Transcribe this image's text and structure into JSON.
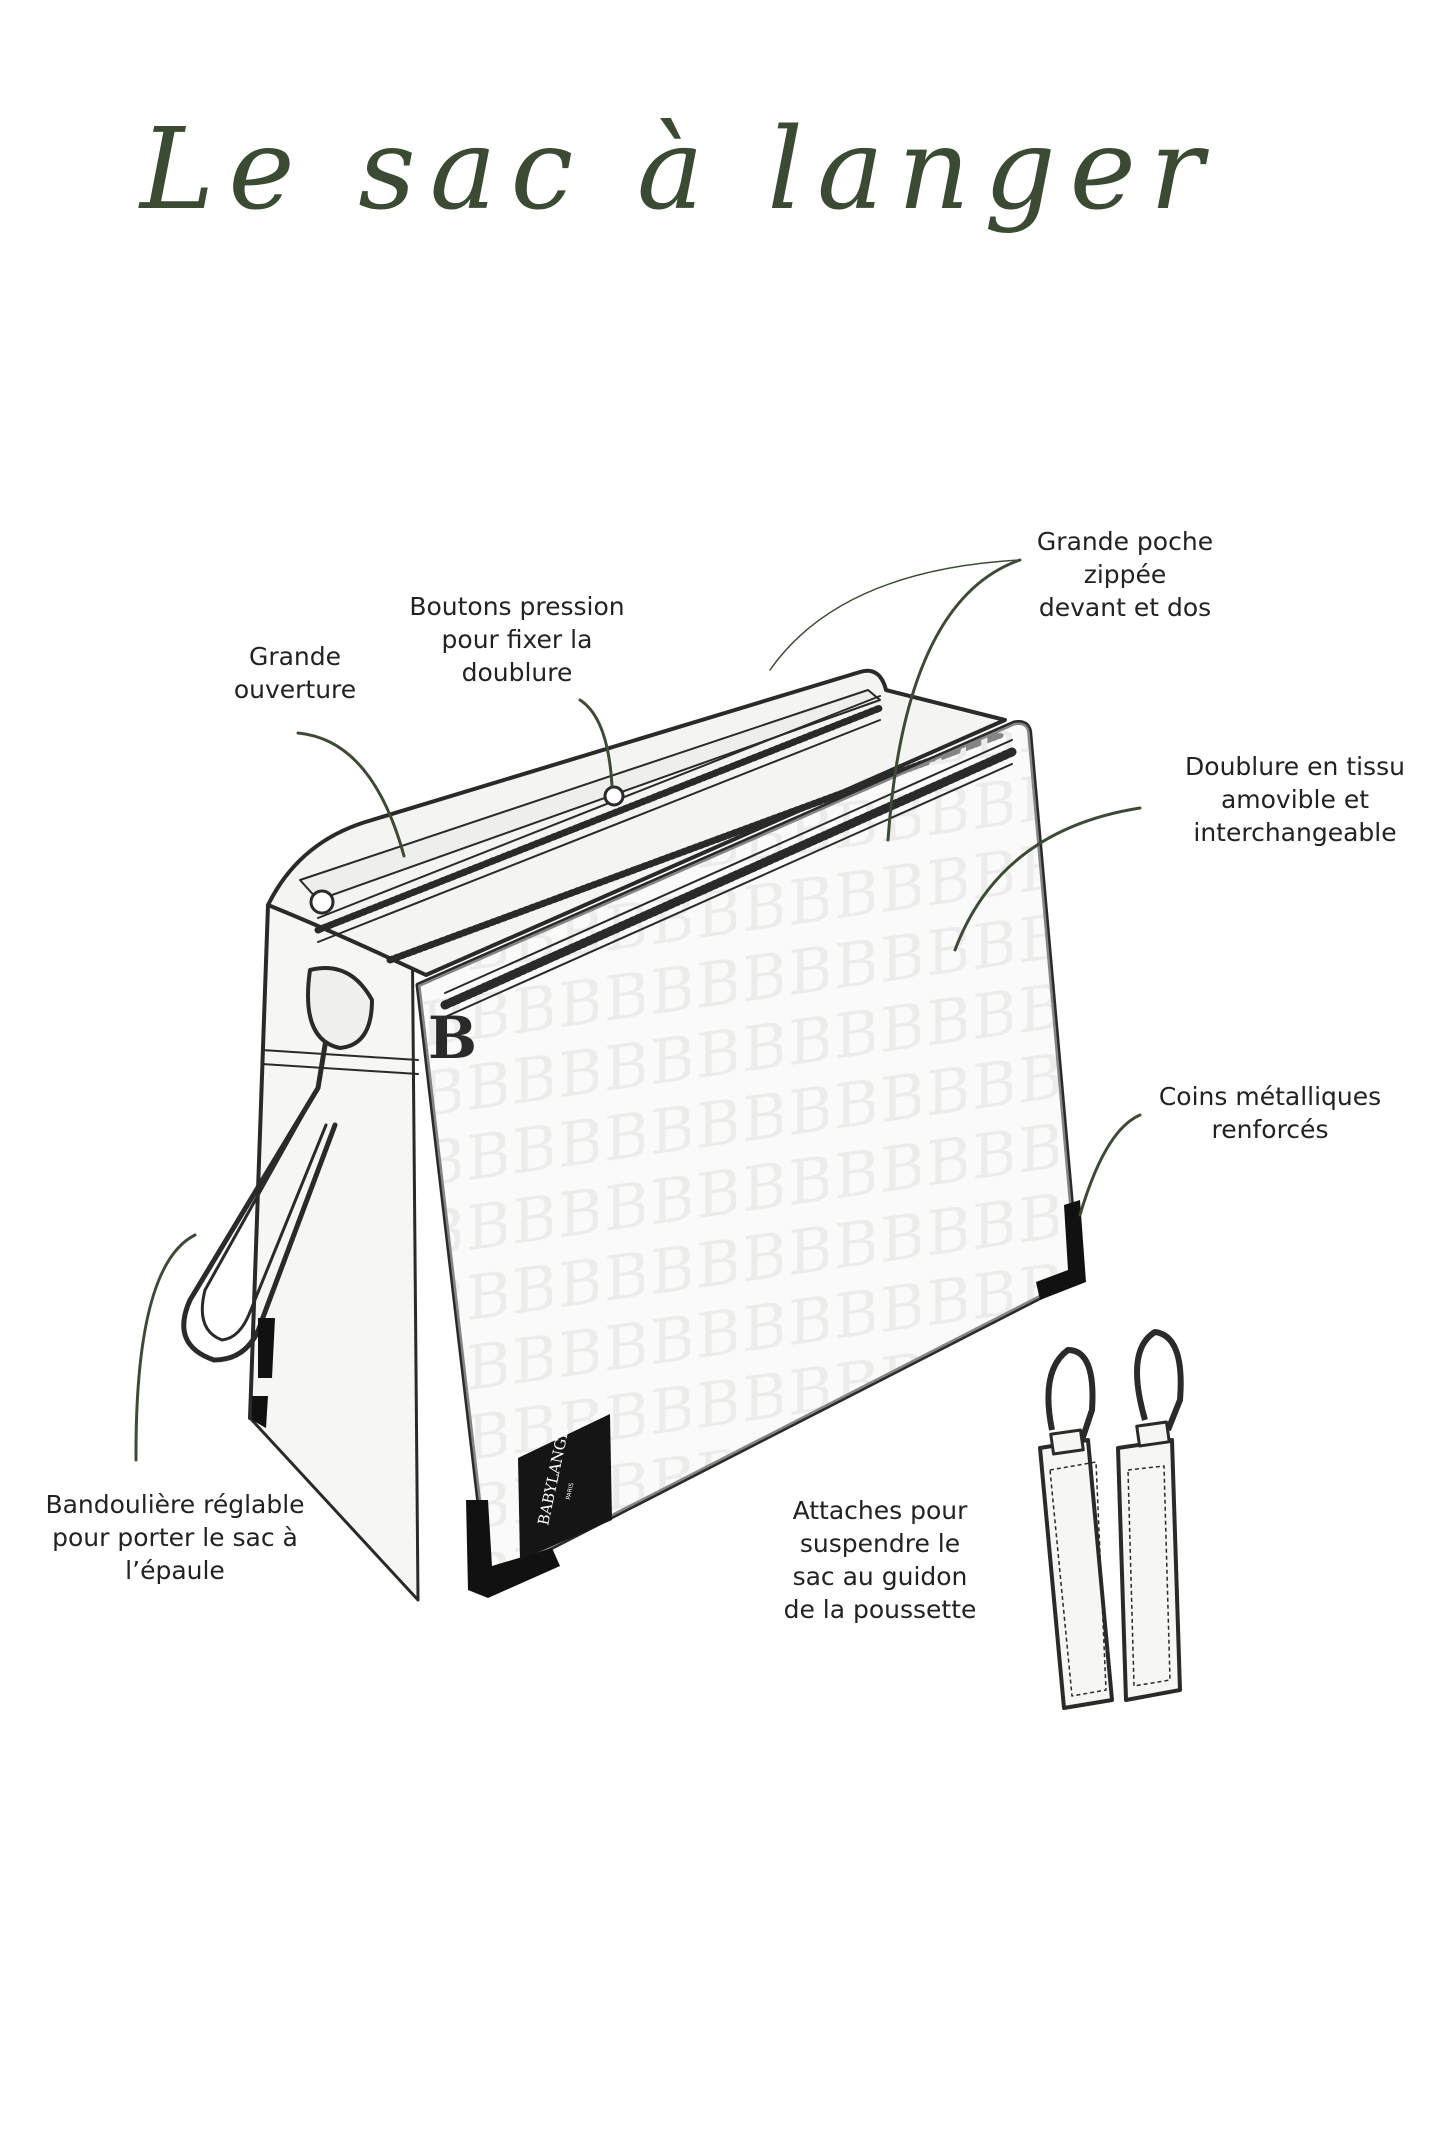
{
  "title": "Le sac à langer",
  "colors": {
    "title_ink": "#3a4a33",
    "leader_ink": "#3d4a36",
    "sketch_ink": "#2a2a2a",
    "label_ink": "#222222",
    "corner_fill": "#111111",
    "bag_fill": "#f4f4f3"
  },
  "brand": {
    "name": "BABYLANGE",
    "city": "PARIS",
    "monogram": "B"
  },
  "callouts": {
    "grande_ouverture": [
      "Grande",
      "ouverture"
    ],
    "boutons_pression": [
      "Boutons pression",
      "pour fixer la",
      "doublure"
    ],
    "grande_poche": [
      "Grande poche",
      "zippée",
      "devant et dos"
    ],
    "doublure": [
      "Doublure en tissu",
      "amovible et",
      "interchangeable"
    ],
    "coins": [
      "Coins métalliques",
      "renforcés"
    ],
    "bandouliere": [
      "Bandoulière réglable",
      "pour porter le sac à",
      "l’épaule"
    ],
    "attaches": [
      "Attaches pour",
      "suspendre le",
      "sac au guidon",
      "de la poussette"
    ]
  }
}
